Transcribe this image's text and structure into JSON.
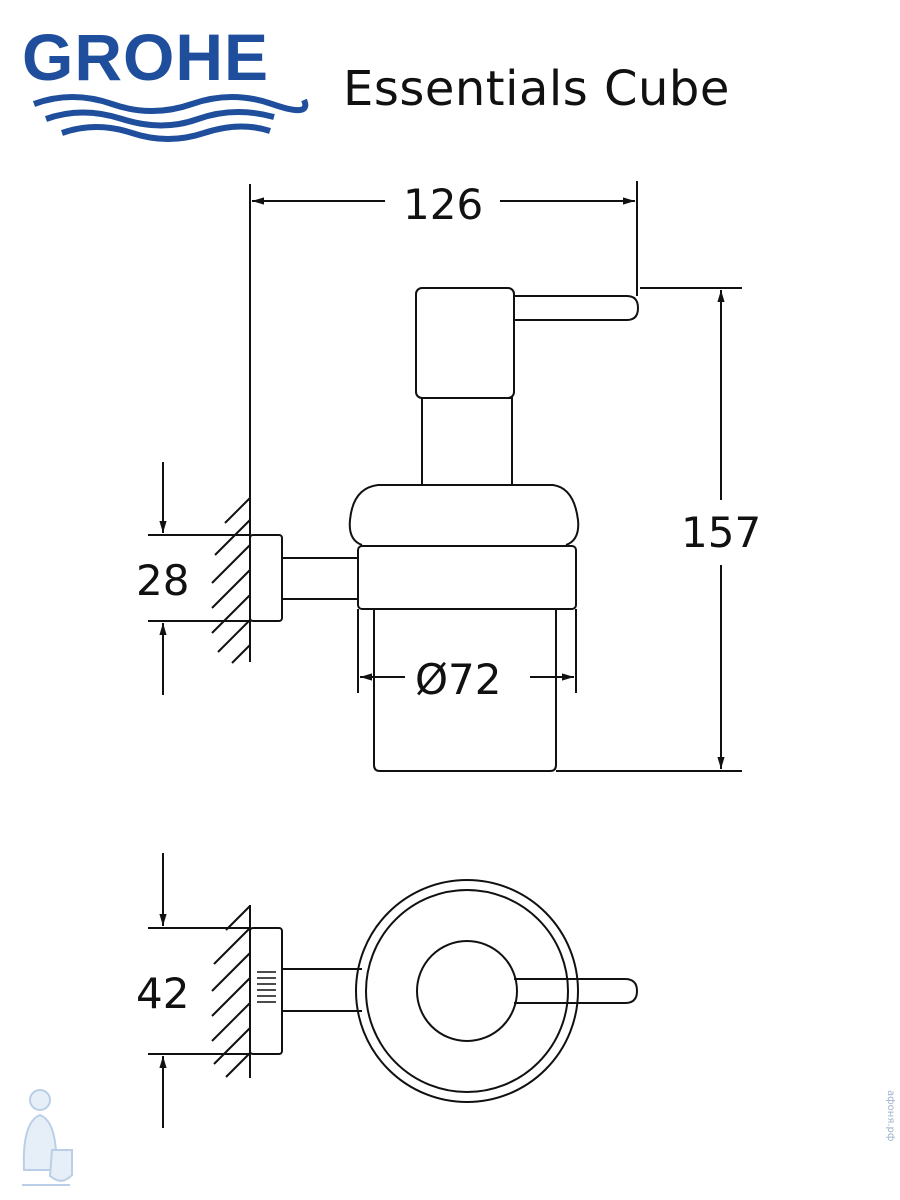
{
  "brand": {
    "name": "GROHE",
    "color": "#1f4f9c"
  },
  "product": {
    "title": "Essentials Cube"
  },
  "drawing": {
    "front_view": {
      "dimensions": {
        "overall_width": "126",
        "overall_height": "157",
        "wall_plate_height": "28",
        "container_diameter": "Ø72"
      }
    },
    "top_view": {
      "dimensions": {
        "wall_plate_width": "42"
      }
    },
    "line_color": "#111111"
  },
  "watermark": {
    "text": "афоня.рф",
    "color": "#9fb3cc"
  }
}
